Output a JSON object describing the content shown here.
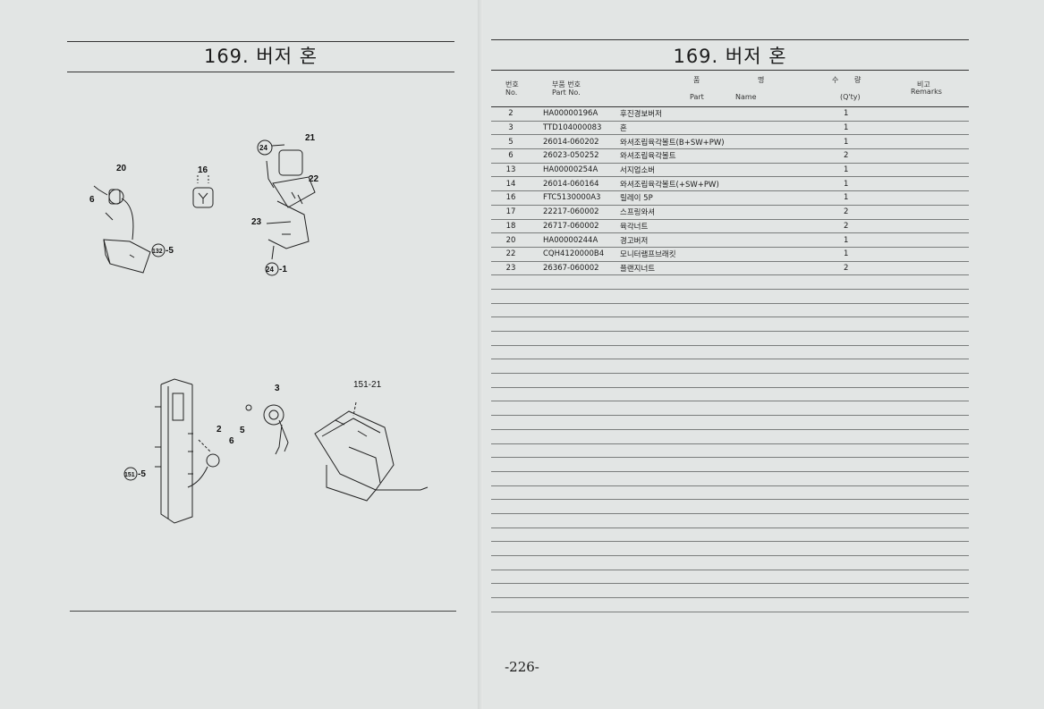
{
  "left": {
    "title": "169. 버저 혼",
    "callouts": {
      "c20": "20",
      "c6a": "6",
      "c16": "16",
      "c21": "21",
      "c24a": "24",
      "c22": "22",
      "c23": "23",
      "c132": "132",
      "c5a": "-5",
      "c24b": "24",
      "c1": "-1",
      "c3": "3",
      "c15121": "151-21",
      "c2": "2",
      "c6b": "6",
      "c5b": "5",
      "c151": "151",
      "c5c": "-5"
    }
  },
  "right": {
    "title": "169. 버저 혼",
    "header": {
      "no_kr": "번호",
      "no_en": "No.",
      "pn_kr": "부품 번호",
      "pn_en": "Part  No.",
      "name_kr1": "품",
      "name_kr2": "명",
      "part_en": "Part",
      "name_en": "Name",
      "qty_kr1": "수",
      "qty_kr2": "량",
      "qty_en": "(Q'ty)",
      "rem_kr": "비고",
      "rem_en": "Remarks"
    },
    "rows": [
      {
        "no": "2",
        "part_no": "HA00000196A",
        "name": "후진경보버저",
        "qty": "1"
      },
      {
        "no": "3",
        "part_no": "TTD104000083",
        "name": "혼",
        "qty": "1"
      },
      {
        "no": "5",
        "part_no": "26014-060202",
        "name": "와셔조립육각볼트(B+SW+PW)",
        "qty": "1"
      },
      {
        "no": "6",
        "part_no": "26023-050252",
        "name": "와셔조립육각볼트",
        "qty": "2"
      },
      {
        "no": "13",
        "part_no": "HA00000254A",
        "name": "서지업소버",
        "qty": "1"
      },
      {
        "no": "14",
        "part_no": "26014-060164",
        "name": "와셔조립육각볼트(+SW+PW)",
        "qty": "1"
      },
      {
        "no": "16",
        "part_no": "FTC5130000A3",
        "name": "릴레이 5P",
        "qty": "1"
      },
      {
        "no": "17",
        "part_no": "22217-060002",
        "name": "스프링와셔",
        "qty": "2"
      },
      {
        "no": "18",
        "part_no": "26717-060002",
        "name": "육각너트",
        "qty": "2"
      },
      {
        "no": "20",
        "part_no": "HA00000244A",
        "name": "경고버저",
        "qty": "1"
      },
      {
        "no": "22",
        "part_no": "CQH4120000B4",
        "name": "모니터램프브래킷",
        "qty": "1"
      },
      {
        "no": "23",
        "part_no": "26367-060002",
        "name": "플랜지너트",
        "qty": "2"
      }
    ],
    "empty_rows": 24
  },
  "page_number": "-226-"
}
